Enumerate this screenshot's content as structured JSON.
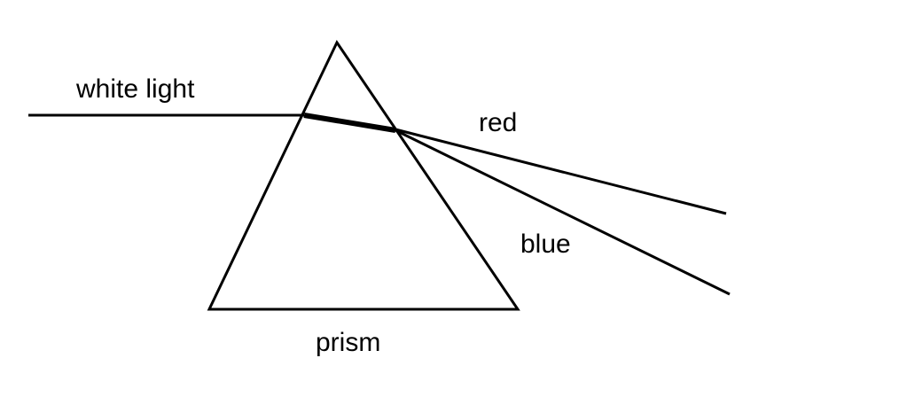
{
  "labels": {
    "incident": "white light",
    "red": "red",
    "blue": "blue",
    "prism": "prism"
  },
  "colors": {
    "background": "#ffffff",
    "ink": "#000000"
  }
}
